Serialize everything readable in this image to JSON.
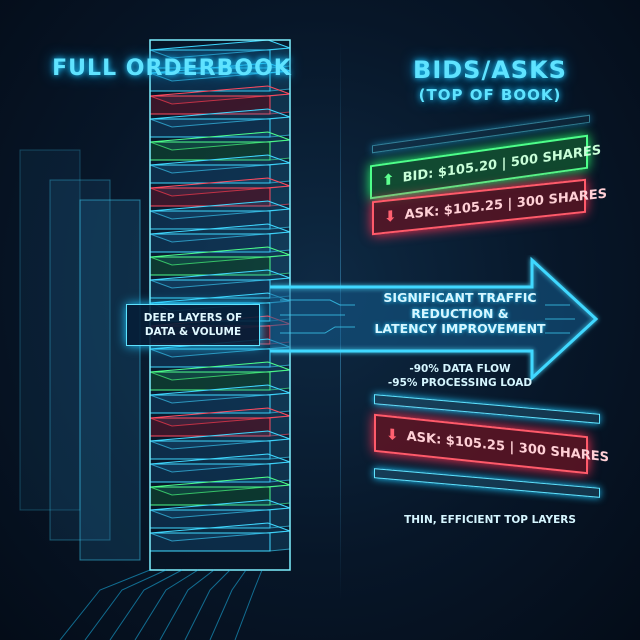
{
  "left": {
    "title": "FULL ORDERBOOK",
    "label_line1": "DEEP LAYERS OF",
    "label_line2": "DATA & VOLUME"
  },
  "right": {
    "title": "BIDS/ASKS",
    "subtitle": "(TOP OF BOOK)",
    "bid": {
      "text": "BID: $105.20 | 500 SHARES",
      "icon": "arrow-up-icon",
      "color": "#4dff8a"
    },
    "ask": {
      "text": "ASK: $105.25 | 300 SHARES",
      "icon": "arrow-down-icon",
      "color": "#ff5a6a"
    },
    "ask_thin": {
      "text": "ASK: $105.25 | 300 SHARES",
      "icon": "arrow-down-icon"
    },
    "caption": "THIN, EFFICIENT TOP LAYERS"
  },
  "arrow": {
    "line1": "SIGNIFICANT TRAFFIC",
    "line2": "REDUCTION &",
    "line3": "LATENCY IMPROVEMENT",
    "stat1": "-90% DATA FLOW",
    "stat2": "-95% PROCESSING LOAD",
    "color": "#3fd8ff"
  }
}
